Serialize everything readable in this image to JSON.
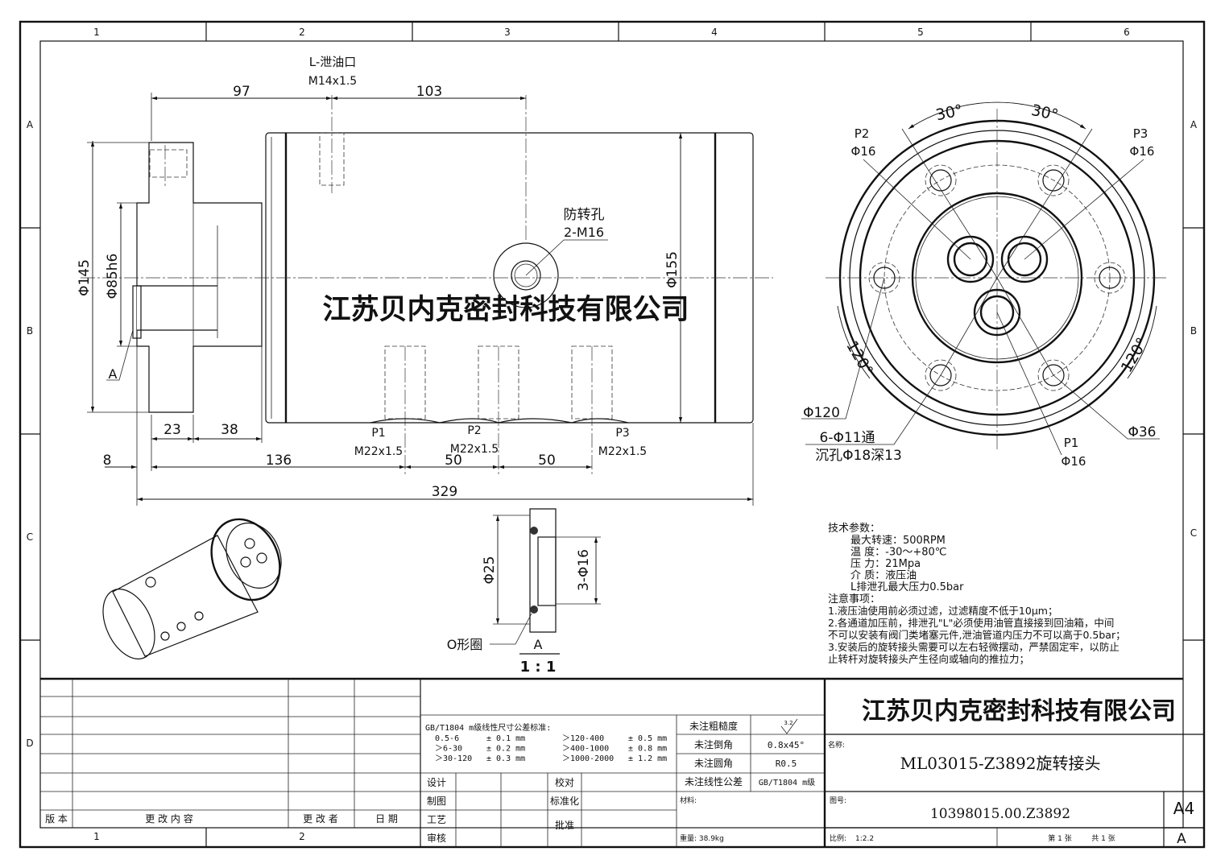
{
  "frame": {
    "zones_x": [
      "1",
      "2",
      "3",
      "4",
      "5",
      "6"
    ],
    "zones_y": [
      "A",
      "B",
      "C",
      "D"
    ],
    "bottom_zones": [
      "1",
      "2"
    ]
  },
  "front_view": {
    "drain_label": "L-泄油口",
    "drain_thread": "M14x1.5",
    "dim_97": "97",
    "dim_103": "103",
    "anti_rot_label": "防转孔",
    "anti_rot_spec": "2-M16",
    "dia_145": "Φ145",
    "dia_85": "Φ85h6",
    "dia_155": "Φ155",
    "detail_ref": "A",
    "dim_23": "23",
    "dim_38": "38",
    "dim_8": "8",
    "dim_136": "136",
    "dim_50a": "50",
    "dim_50b": "50",
    "dim_329": "329",
    "port_p1": "P1",
    "port_p2": "P2",
    "port_p3": "P3",
    "thread_p1": "M22x1.5",
    "thread_p2": "M22x1.5",
    "thread_p3": "M22x1.5"
  },
  "watermark": "江苏贝内克密封科技有限公司",
  "end_view": {
    "angle_30a": "30°",
    "angle_30b": "30°",
    "p2": "P2",
    "p2_dia": "Φ16",
    "p3": "P3",
    "p3_dia": "Φ16",
    "p1": "P1",
    "p1_dia": "Φ16",
    "angle_120a": "120°",
    "angle_120b": "120°",
    "dia_120": "Φ120",
    "holes": "6-Φ11通",
    "counterbore": "沉孔Φ18深13",
    "dia_36": "Φ36"
  },
  "detail_a": {
    "dia_25": "Φ25",
    "dia_16": "3-Φ16",
    "oring": "O形圈",
    "label": "A",
    "scale": "1 : 1"
  },
  "tech_notes": {
    "params_title": "技术参数：",
    "param_lines": [
      "最大转速：500RPM",
      "温      度：-30～+80℃",
      "压      力：21Mpa",
      "  介    质：液压油",
      "L排泄孔最大压力0.5bar"
    ],
    "notes_title": "注意事项：",
    "note_lines": [
      "1.液压油使用前必须过滤，过滤精度不低于10μm；",
      "2.各通道加压前，排泄孔\"L\"必须使用油管直接接到回油箱，中间",
      "  不可以安装有阀门类堵塞元件,泄油管道内压力不可以高于0.5bar；",
      "3.安装后的旋转接头需要可以左右轻微摆动，严禁固定牢，以防止",
      "  止转杆对旋转接头产生径向或轴向的推拉力；"
    ]
  },
  "title_block": {
    "rev_headers": [
      "版 本",
      "更  改  内  容",
      "更 改 者",
      "日  期"
    ],
    "tol_title": "GB/T1804 m级线性尺寸公差标准:",
    "tol_rows": [
      [
        "0.5-6",
        "± 0.1 mm",
        "＞120-400",
        "± 0.5 mm"
      ],
      [
        "＞6-30",
        "± 0.2 mm",
        "＞400-1000",
        "± 0.8 mm"
      ],
      [
        "＞30-120",
        "± 0.3 mm",
        "＞1000-2000",
        "± 1.2 mm"
      ]
    ],
    "roughness_label": "未注粗糙度",
    "roughness_value": "3.2",
    "chamfer_label": "未注倒角",
    "chamfer_value": "0.8x45°",
    "fillet_label": "未注圆角",
    "fillet_value": "R0.5",
    "tol_label": "未注线性公差",
    "tol_value": "GB/T1804 m级",
    "design": "设计",
    "check": "校对",
    "draw": "制图",
    "standard": "标准化",
    "process": "工艺",
    "approve": "批准",
    "review": "审核",
    "material_label": "材料:",
    "weight": "重量: 38.9kg",
    "company": "江苏贝内克密封科技有限公司",
    "name_label": "名称:",
    "name_value": "ML03015-Z3892旋转接头",
    "drawing_no_label": "图号:",
    "drawing_no": "10398015.00.Z3892",
    "size": "A4",
    "scale_label": "比例:",
    "scale_value": "1:2.2",
    "sheet": "第 1 张",
    "total": "共 1 张",
    "rev_mark": "A"
  }
}
